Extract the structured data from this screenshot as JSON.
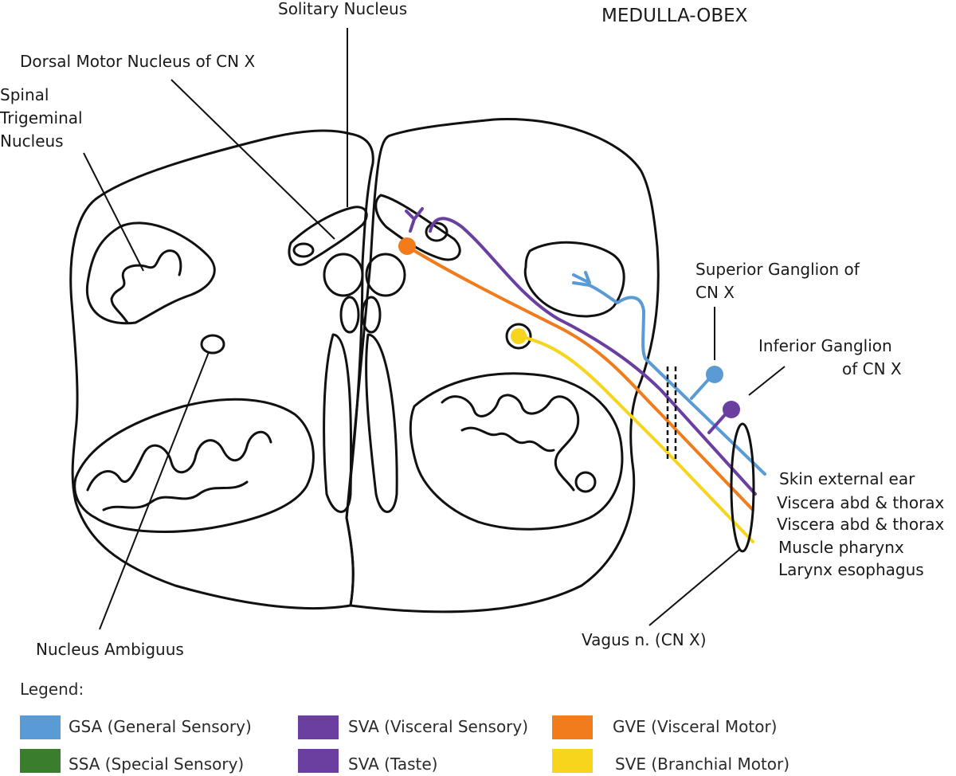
{
  "title": "MEDULLA-OBEX",
  "labels": {
    "solitary": "Solitary Nucleus",
    "dorsal_motor": "Dorsal Motor Nucleus of CN X",
    "spinal_trigeminal": [
      "Spinal",
      "Trigeminal",
      "Nucleus"
    ],
    "superior_ganglion": [
      "Superior Ganglion of",
      "CN X"
    ],
    "inferior_ganglion": [
      "Inferior Ganglion",
      "of CN X"
    ],
    "nucleus_ambiguus": "Nucleus Ambiguus",
    "vagus": "Vagus n. (CN X)"
  },
  "targets": [
    {
      "text": "Skin external ear"
    },
    {
      "text": "Viscera abd & thorax"
    },
    {
      "text": "Viscera abd & thorax"
    },
    {
      "text": "Muscle pharynx"
    },
    {
      "text": "Larynx esophagus"
    }
  ],
  "legend": {
    "title": "Legend:",
    "items": [
      {
        "label": "GSA (General Sensory)",
        "color": "#5b9bd5"
      },
      {
        "label": "SSA (Special Sensory)",
        "color": "#3a7d2c"
      },
      {
        "label": "SVA (Visceral Sensory)",
        "color": "#6a3fa0"
      },
      {
        "label": "SVA (Taste)",
        "color": "#6a3fa0"
      },
      {
        "label": "GVE (Visceral Motor)",
        "color": "#f07c1c"
      },
      {
        "label": "SVE (Branchial Motor)",
        "color": "#f7d51d"
      }
    ]
  },
  "fiber_colors": {
    "gsa": "#5b9bd5",
    "sva": "#6a3fa0",
    "gve": "#f07c1c",
    "sve": "#f7d51d"
  }
}
